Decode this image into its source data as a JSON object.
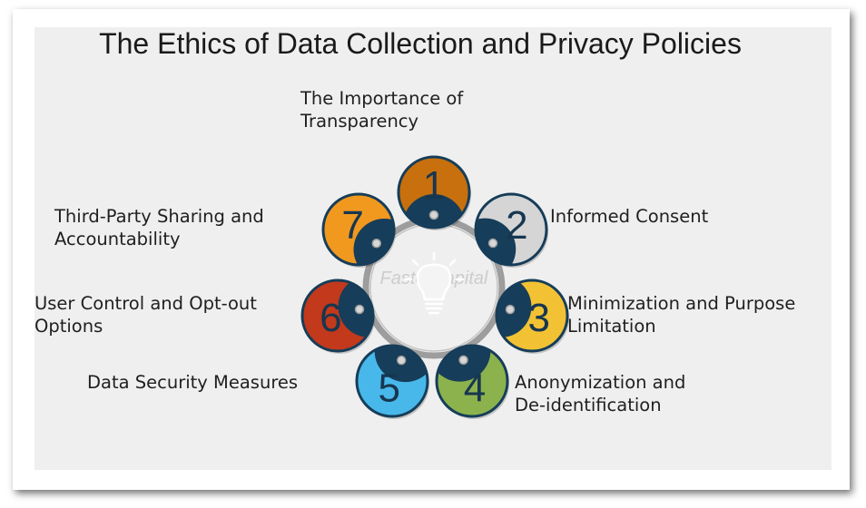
{
  "title": "The Ethics of Data Collection and Privacy Policies",
  "watermark": "FasterCapital",
  "steps": [
    {
      "number": "1",
      "label_lines": [
        "The Importance of",
        "Transparency"
      ],
      "color": "#c8700d"
    },
    {
      "number": "2",
      "label_lines": [
        "Informed Consent"
      ],
      "color": "#d5d5d5"
    },
    {
      "number": "3",
      "label_lines": [
        "Minimization and Purpose",
        "Limitation"
      ],
      "color": "#f2c234"
    },
    {
      "number": "4",
      "label_lines": [
        "Anonymization and",
        "De-identification"
      ],
      "color": "#8cb24d"
    },
    {
      "number": "5",
      "label_lines": [
        "Data Security Measures"
      ],
      "color": "#48b8ea"
    },
    {
      "number": "6",
      "label_lines": [
        "User Control and Opt-out",
        "Options"
      ],
      "color": "#c2391b"
    },
    {
      "number": "7",
      "label_lines": [
        "Third-Party Sharing and",
        "Accountability"
      ],
      "color": "#f1981f"
    }
  ],
  "colors": {
    "dark_navy": "#163d59",
    "ring_gray": "#9d9d9d",
    "number_text": "#173650"
  },
  "icons": [
    "lightbulb-icon"
  ]
}
